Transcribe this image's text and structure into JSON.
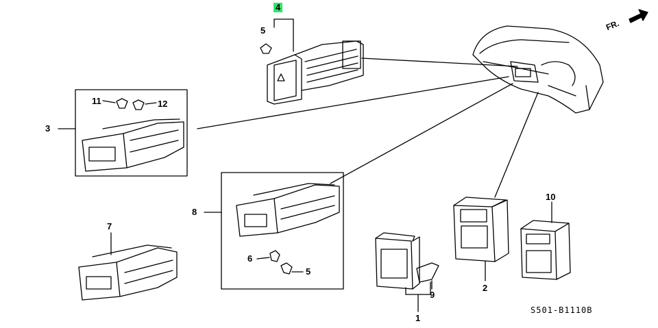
{
  "callouts": {
    "c1": "1",
    "c2": "2",
    "c3": "3",
    "c4": "4",
    "c5a": "5",
    "c5b": "5",
    "c6": "6",
    "c7": "7",
    "c8": "8",
    "c9": "9",
    "c10": "10",
    "c11": "11",
    "c12": "12"
  },
  "direction_label": "FR.",
  "diagram_code": "S501-B1110B",
  "highlight_color": "#2ee66b"
}
